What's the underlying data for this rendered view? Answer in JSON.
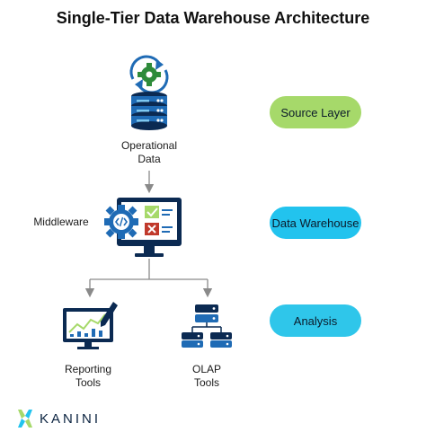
{
  "title": "Single-Tier Data Warehouse Architecture",
  "layers": [
    {
      "label": "Source Layer",
      "color": "#a6d96a"
    },
    {
      "label": "Data Warehouse",
      "color": "#22c3ee"
    },
    {
      "label": "Analysis",
      "color": "#2fc6ea"
    }
  ],
  "nodes": {
    "operational_data": {
      "line1": "Operational",
      "line2": "Data"
    },
    "middleware": {
      "label": "Middleware"
    },
    "reporting_tools": {
      "line1": "Reporting",
      "line2": "Tools"
    },
    "olap_tools": {
      "line1": "OLAP",
      "line2": "Tools"
    }
  },
  "brand": {
    "name": "KANINI"
  },
  "colors": {
    "navy": "#0b2a52",
    "blue": "#1f6bb5",
    "teal": "#0a7a8a",
    "green": "#2e8b3a",
    "red": "#c0392b",
    "connector": "#8a8a8a"
  }
}
